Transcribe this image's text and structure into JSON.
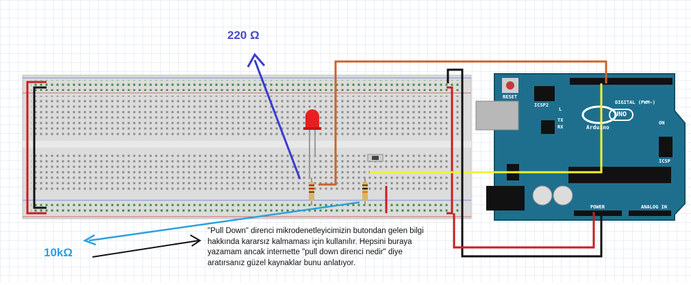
{
  "labels": {
    "resistor_top": "220 Ω",
    "resistor_bottom": "10kΩ"
  },
  "note": "\"Pull Down\" direnci mikrodenetleyicimizin butondan gelen bilgi hakkında kararsız kalmaması için kullanılır. Hepsini buraya yazamam ancak internette \"pull down direnci nedir\" diye aratırsanız güzel kaynaklar bunu anlatıyor.",
  "arduino": {
    "reset": "RESET",
    "icsp2": "ICSP2",
    "digital": "DIGITAL (PWM~)",
    "brand": "Arduino",
    "model": "UNO",
    "on": "ON",
    "icsp": "ICSP",
    "power": "POWER",
    "analog_in": "ANALOG IN",
    "tx": "TX",
    "rx": "RX",
    "l": "L"
  },
  "colors": {
    "grid": "#d6dff0",
    "arduino": "#1e6f8e",
    "wire_orange": "#c8642a",
    "wire_yellow": "#f2f22a",
    "wire_red": "#c81e1e",
    "wire_black": "#111111",
    "arrow_blue": "#3b3bd0",
    "arrow_cyan": "#2aa0e0"
  }
}
